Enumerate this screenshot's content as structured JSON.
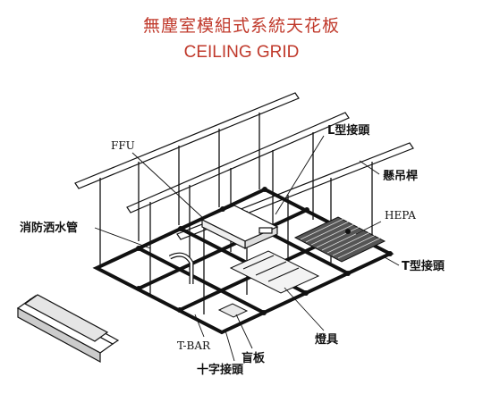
{
  "title_zh": "無塵室模組式系統天花板",
  "title_en": "CEILING GRID",
  "labels": {
    "ffu": "FFU",
    "l_joint": "L型接頭",
    "hanger_rod": "懸吊桿",
    "hepa": "HEPA",
    "sprinkler_pipe": "消防洒水管",
    "t_joint": "T型接頭",
    "light_fixture": "燈具",
    "t_bar": "T-BAR",
    "blind_panel": "盲板",
    "cross_joint": "十字接頭"
  },
  "colors": {
    "title": "#c0392b",
    "line": "#111111"
  }
}
